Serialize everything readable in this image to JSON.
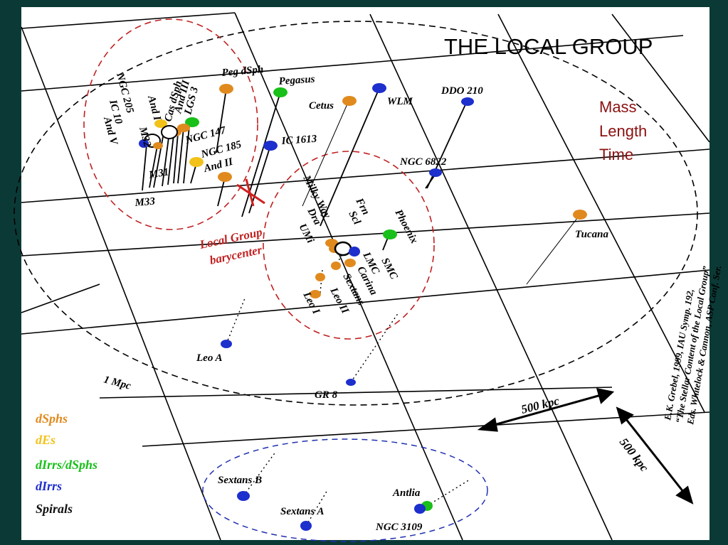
{
  "title": "THE LOCAL GROUP",
  "annotations": [
    "Mass",
    "Length",
    "Time"
  ],
  "barycenter_label": [
    "Local Group",
    "barycenter"
  ],
  "scale_labels": {
    "circle": "1 Mpc",
    "horizontal": "500 kpc",
    "vertical": "500 kpc"
  },
  "citation": [
    "E.K. Grebel, 1999, IAU Symp. 192,",
    "“The Stellar Content of the Local Group”",
    "Eds. Whitelock & Cannon, ASP Conf. Ser."
  ],
  "legend": [
    {
      "label": "dSphs",
      "color": "#e08a1e"
    },
    {
      "label": "dEs",
      "color": "#f2c21a"
    },
    {
      "label": "dIrrs/dSphs",
      "color": "#19c019"
    },
    {
      "label": "dIrrs",
      "color": "#1d2fcc"
    },
    {
      "label": "Spirals",
      "color": "#111111"
    }
  ],
  "colors": {
    "background": "#0b3a36",
    "panel": "#ffffff",
    "accent": "#8b1010",
    "grid": "#000000"
  },
  "galaxies": [
    {
      "name": "Peg dSph",
      "type": "dSphs"
    },
    {
      "name": "Pegasus",
      "type": "dIrrs/dSphs"
    },
    {
      "name": "Cetus",
      "type": "dSphs"
    },
    {
      "name": "WLM",
      "type": "dIrrs"
    },
    {
      "name": "DDO 210",
      "type": "dIrrs"
    },
    {
      "name": "IC 1613",
      "type": "dIrrs"
    },
    {
      "name": "NGC 6822",
      "type": "dIrrs"
    },
    {
      "name": "NGC 147",
      "type": "dEs"
    },
    {
      "name": "NGC 185",
      "type": "dEs"
    },
    {
      "name": "And II",
      "type": "dSphs"
    },
    {
      "name": "LGS 3",
      "type": "dIrrs/dSphs"
    },
    {
      "name": "And III",
      "type": "dSphs"
    },
    {
      "name": "Cas dSph",
      "type": "dSphs"
    },
    {
      "name": "And I",
      "type": "dSphs"
    },
    {
      "name": "M32",
      "type": "dEs"
    },
    {
      "name": "NGC 205",
      "type": "dEs"
    },
    {
      "name": "IC 10",
      "type": "dIrrs"
    },
    {
      "name": "And V",
      "type": "dSphs"
    },
    {
      "name": "M31",
      "type": "Spirals"
    },
    {
      "name": "M33",
      "type": "Spirals"
    },
    {
      "name": "Milky Way",
      "type": "Spirals"
    },
    {
      "name": "Dra",
      "type": "dSphs"
    },
    {
      "name": "UMi",
      "type": "dSphs"
    },
    {
      "name": "Frn",
      "type": "dSphs"
    },
    {
      "name": "Scl",
      "type": "dSphs"
    },
    {
      "name": "Phoenix",
      "type": "dIrrs/dSphs"
    },
    {
      "name": "LMC",
      "type": "dIrrs"
    },
    {
      "name": "SMC",
      "type": "dIrrs"
    },
    {
      "name": "Carina",
      "type": "dSphs"
    },
    {
      "name": "Sextans",
      "type": "dSphs"
    },
    {
      "name": "Leo II",
      "type": "dSphs"
    },
    {
      "name": "Leo I",
      "type": "dSphs"
    },
    {
      "name": "Tucana",
      "type": "dSphs"
    },
    {
      "name": "Leo A",
      "type": "dIrrs"
    },
    {
      "name": "GR 8",
      "type": "dIrrs"
    },
    {
      "name": "Sextans B",
      "type": "dIrrs"
    },
    {
      "name": "Sextans A",
      "type": "dIrrs"
    },
    {
      "name": "Antlia",
      "type": "dIrrs/dSphs"
    },
    {
      "name": "NGC 3109",
      "type": "dIrrs"
    }
  ]
}
